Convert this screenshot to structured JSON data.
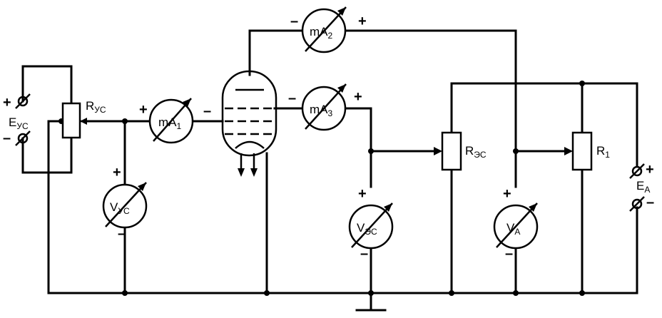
{
  "diagram": {
    "meters": {
      "mA1": {
        "main": "mA",
        "sub": "1"
      },
      "mA2": {
        "main": "mA",
        "sub": "2"
      },
      "mA3": {
        "main": "mA",
        "sub": "3"
      },
      "Vyc": {
        "main": "V",
        "sub": "УС"
      },
      "Vec": {
        "main": "V",
        "sub": "ЭС"
      },
      "Va": {
        "main": "V",
        "sub": "A"
      }
    },
    "resistors": {
      "Ryc": {
        "main": "R",
        "sub": "УС"
      },
      "Rec": {
        "main": "R",
        "sub": "ЭС"
      },
      "R1": {
        "main": "R",
        "sub": "1"
      }
    },
    "sources": {
      "Eyc": {
        "main": "E",
        "sub": "УС"
      },
      "Ea": {
        "main": "E",
        "sub": "A"
      }
    },
    "signs": {
      "plus": "+",
      "minus": "–"
    }
  }
}
